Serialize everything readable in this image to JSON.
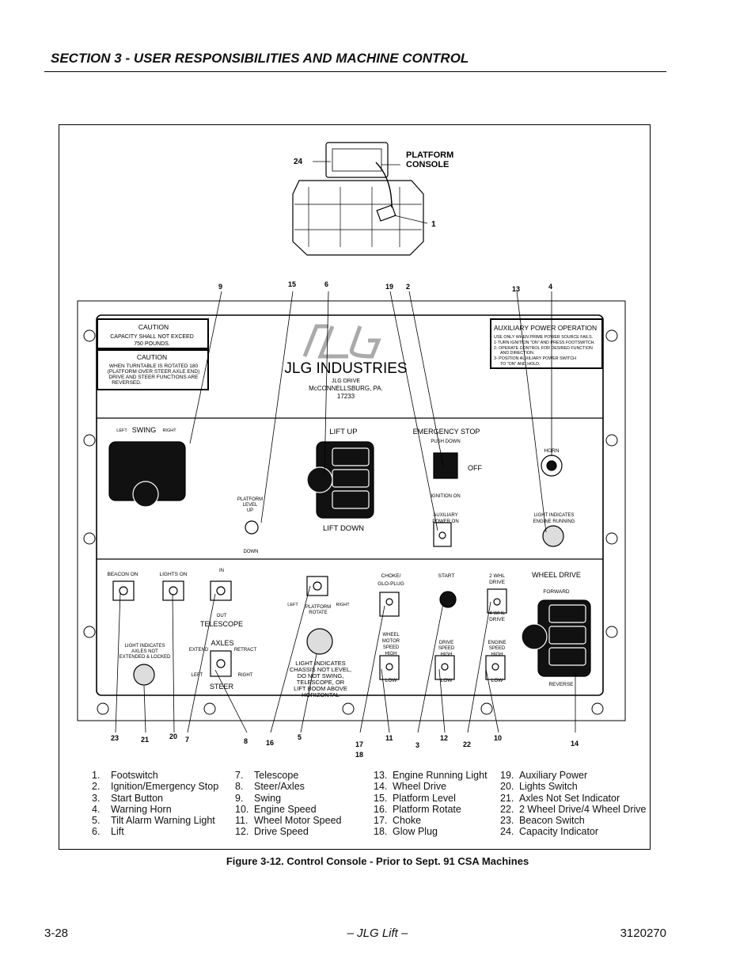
{
  "header": {
    "section_title": "SECTION 3 - USER RESPONSIBILITIES AND MACHINE CONTROL"
  },
  "figure": {
    "caption": "Figure 3-12.  Control Console - Prior to Sept. 91 CSA Machines",
    "platform_console_label_line1": "PLATFORM",
    "platform_console_label_line2": "CONSOLE",
    "panel": {
      "brand_name": "JLG INDUSTRIES",
      "brand_line1": "JLG DRIVE",
      "brand_line2": "McCONNELLSBURG, PA.",
      "brand_line3": "17233",
      "caution1_title": "CAUTION",
      "caution1_line1": "CAPACITY SHALL NOT EXCEED",
      "caution1_line2": "750 POUNDS.",
      "caution2_title": "CAUTION",
      "caution2_line1": "WHEN TURNTABLE IS ROTATED 180",
      "caution2_line2": "(PLATFORM OVER STEER AXLE END)",
      "caution2_line3": "DRIVE AND STEER FUNCTIONS ARE",
      "caution2_line4": "REVERSED.",
      "aux_title": "AUXILIARY POWER OPERATION",
      "aux_line1": "USE ONLY WHEN PRIME POWER SOURCE FAILS.",
      "aux_line2": "1-TURN IGNITION \"ON\" AND PRESS FOOTSWITCH.",
      "aux_line3": "2- OPERATE CONTROL FOR DESIRED FUNCTION",
      "aux_line4": "AND DIRECTION.",
      "aux_line5": "3- POSITION AUXILIARY POWER SWITCH",
      "aux_line6": "TO \"ON\" AND HOLD.",
      "swing": "SWING",
      "left": "LEFT",
      "right": "RIGHT",
      "lift_up": "LIFT UP",
      "lift_down": "LIFT DOWN",
      "platform_level_line1": "PLATFORM",
      "platform_level_line2": "LEVEL",
      "platform_level_line3": "UP",
      "down": "DOWN",
      "emergency_stop": "EMERGENCY STOP",
      "push_down": "PUSH DOWN",
      "off": "OFF",
      "ignition_on": "IGNITION ON",
      "aux_power_line1": "AUXILIARY",
      "aux_power_line2": "POWER ON",
      "horn": "HORN",
      "engine_light_line1": "LIGHT INDICATES",
      "engine_light_line2": "ENGINE RUNNING",
      "beacon_on": "BEACON ON",
      "lights_on": "LIGHTS ON",
      "in": "IN",
      "out": "OUT",
      "telescope": "TELESCOPE",
      "platform_rotate_line1": "PLATFORM",
      "platform_rotate_line2": "ROTATE",
      "choke_line1": "CHOKE/",
      "choke_line2": "GLO-PLUG",
      "start": "START",
      "two_whl_line1": "2 WHL",
      "two_whl_line2": "DRIVE",
      "four_whl_line1": "4 WHL",
      "four_whl_line2": "DRIVE",
      "wheel_drive": "WHEEL DRIVE",
      "forward": "FORWARD",
      "reverse": "REVERSE",
      "axles_light_line1": "LIGHT INDICATES",
      "axles_light_line2": "AXLES NOT",
      "axles_light_line3": "EXTENDED & LOCKED",
      "axles": "AXLES",
      "extend": "EXTEND",
      "retract": "RETRACT",
      "steer": "STEER",
      "chassis_light_line1": "LIGHT INDICATES",
      "chassis_light_line2": "CHASSIS NOT LEVEL,",
      "chassis_light_line3": "DO NOT SWING,",
      "chassis_light_line4": "TELESCOPE, OR",
      "chassis_light_line5": "LIFT BOOM ABOVE",
      "chassis_light_line6": "HORIZONTAL",
      "wheel_motor_line1": "WHEEL",
      "wheel_motor_line2": "MOTOR",
      "wheel_motor_line3": "SPEED",
      "high": "HIGH",
      "low": "LOW",
      "drive_speed_line1": "DRIVE",
      "drive_speed_line2": "SPEED",
      "engine_speed_line1": "ENGINE",
      "engine_speed_line2": "SPEED"
    },
    "callouts": {
      "c24": "24",
      "c1": "1",
      "c9": "9",
      "c15": "15",
      "c6": "6",
      "c19": "19",
      "c2": "2",
      "c13": "13",
      "c4": "4",
      "c23": "23",
      "c21": "21",
      "c20": "20",
      "c7": "7",
      "c8": "8",
      "c16": "16",
      "c5": "5",
      "c17": "17",
      "c18": "18",
      "c11": "11",
      "c3": "3",
      "c12": "12",
      "c22": "22",
      "c10": "10",
      "c14": "14"
    },
    "legend": [
      [
        {
          "n": "1.",
          "t": "Footswitch"
        },
        {
          "n": "2.",
          "t": "Ignition/Emergency Stop"
        },
        {
          "n": "3.",
          "t": "Start Button"
        },
        {
          "n": "4.",
          "t": "Warning Horn"
        },
        {
          "n": "5.",
          "t": "Tilt Alarm Warning Light"
        },
        {
          "n": "6.",
          "t": "Lift"
        }
      ],
      [
        {
          "n": "7.",
          "t": "Telescope"
        },
        {
          "n": "8.",
          "t": "Steer/Axles"
        },
        {
          "n": "9.",
          "t": "Swing"
        },
        {
          "n": "10.",
          "t": "Engine Speed"
        },
        {
          "n": "11.",
          "t": "Wheel Motor Speed"
        },
        {
          "n": "12.",
          "t": "Drive Speed"
        }
      ],
      [
        {
          "n": "13.",
          "t": "Engine Running Light"
        },
        {
          "n": "14.",
          "t": "Wheel Drive"
        },
        {
          "n": "15.",
          "t": "Platform Level"
        },
        {
          "n": "16.",
          "t": "Platform Rotate"
        },
        {
          "n": "17.",
          "t": "Choke"
        },
        {
          "n": "18.",
          "t": "Glow Plug"
        }
      ],
      [
        {
          "n": "19.",
          "t": "Auxiliary Power"
        },
        {
          "n": "20.",
          "t": "Lights Switch"
        },
        {
          "n": "21.",
          "t": "Axles Not Set Indicator"
        },
        {
          "n": "22.",
          "t": "2 Wheel Drive/4 Wheel Drive"
        },
        {
          "n": "23.",
          "t": "Beacon Switch"
        },
        {
          "n": "24.",
          "t": "Capacity Indicator"
        }
      ]
    ]
  },
  "footer": {
    "page_number": "3-28",
    "center": "– JLG Lift –",
    "doc_number": "3120270"
  }
}
